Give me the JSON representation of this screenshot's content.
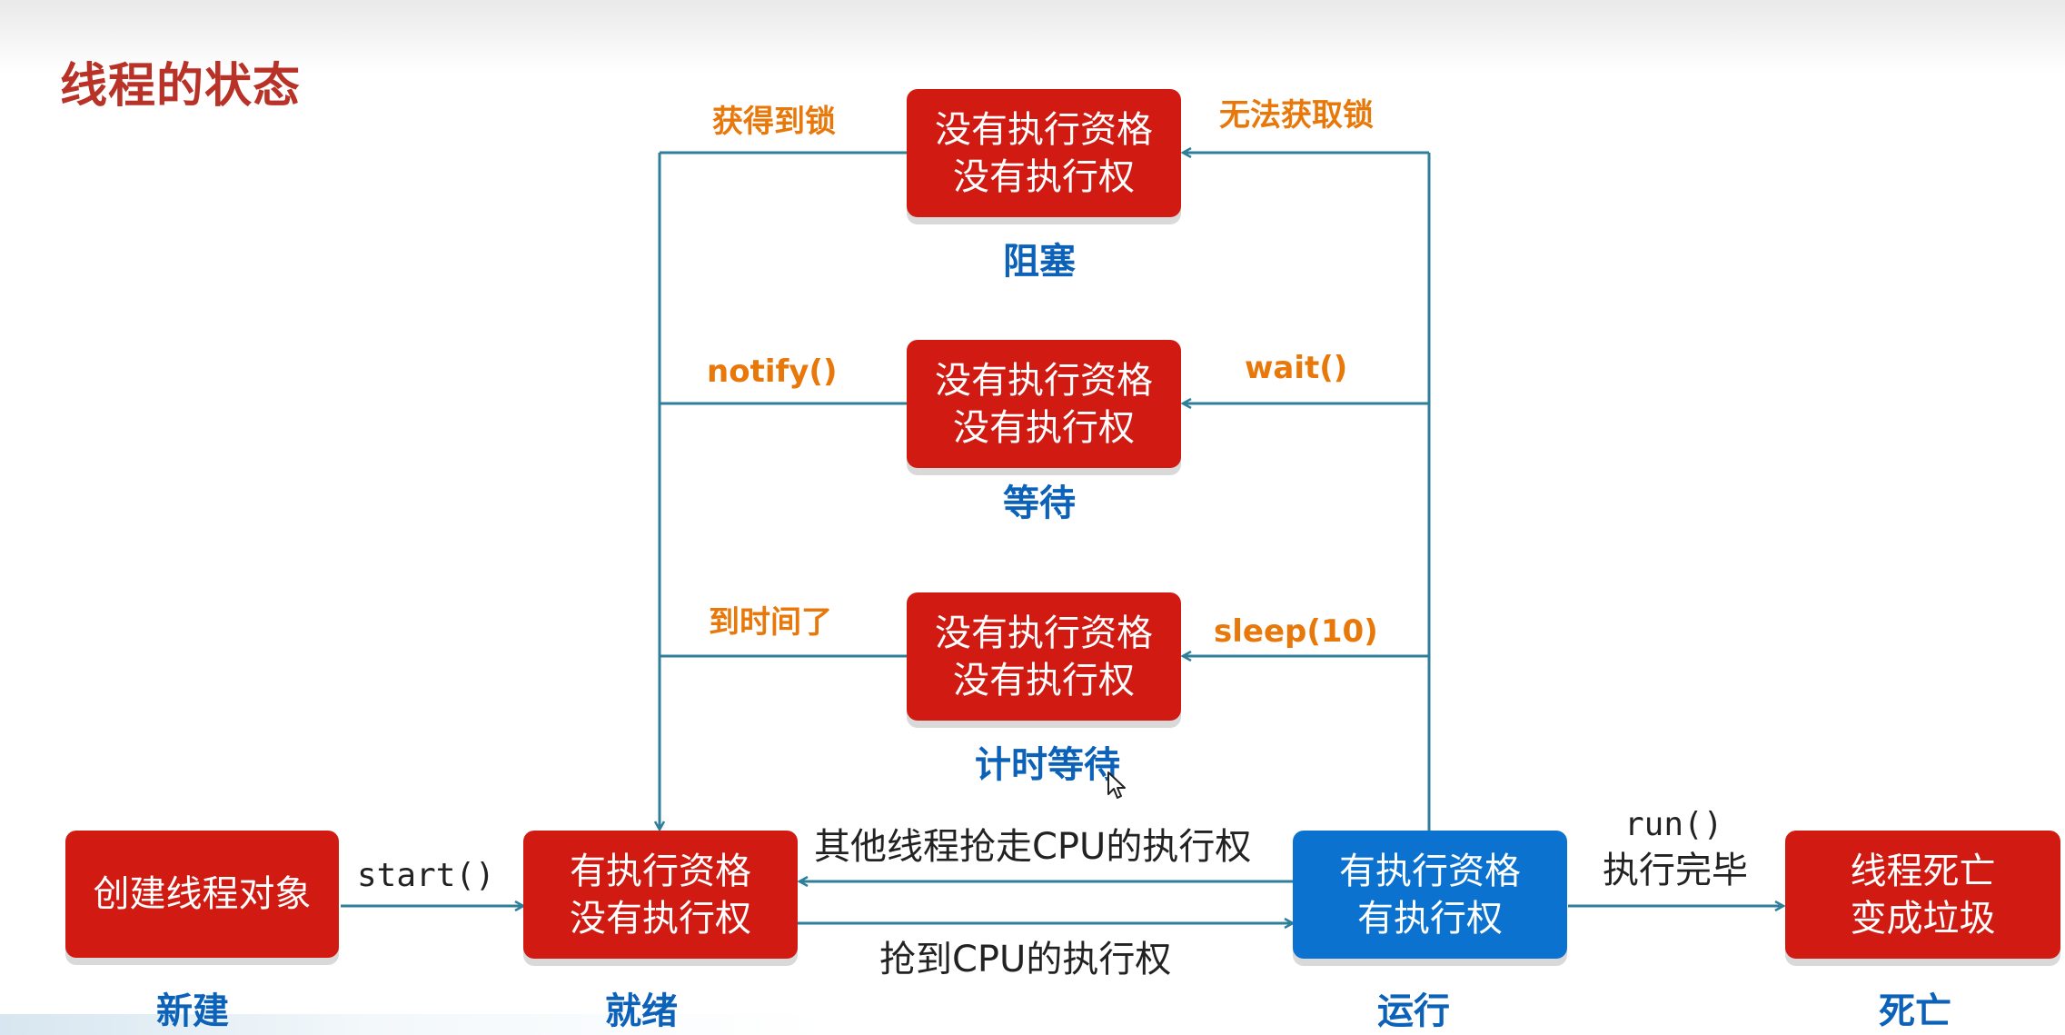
{
  "page": {
    "title": "线程的状态"
  },
  "boxes": {
    "new": {
      "lines": [
        "创建线程对象"
      ],
      "color": "#d11a12"
    },
    "ready": {
      "lines": [
        "有执行资格",
        "没有执行权"
      ],
      "color": "#d11a12"
    },
    "running": {
      "lines": [
        "有执行资格",
        "有执行权"
      ],
      "color": "#0b72d0"
    },
    "dead": {
      "lines": [
        "线程死亡",
        "变成垃圾"
      ],
      "color": "#d11a12"
    },
    "blocked": {
      "lines": [
        "没有执行资格",
        "没有执行权"
      ],
      "color": "#d11a12"
    },
    "waiting": {
      "lines": [
        "没有执行资格",
        "没有执行权"
      ],
      "color": "#d11a12"
    },
    "timed_waiting": {
      "lines": [
        "没有执行资格",
        "没有执行权"
      ],
      "color": "#d11a12"
    }
  },
  "states": {
    "new": "新建",
    "ready": "就绪",
    "running": "运行",
    "dead": "死亡",
    "blocked": "阻塞",
    "waiting": "等待",
    "timed_waiting": "计时等待"
  },
  "transitions": {
    "start": "start()",
    "preempted": "其他线程抢走CPU的执行权",
    "got_cpu": "抢到CPU的执行权",
    "run_done_1": "run()",
    "run_done_2": "执行完毕",
    "got_lock": "获得到锁",
    "no_lock": "无法获取锁",
    "notify": "notify()",
    "wait": "wait()",
    "time_up": "到时间了",
    "sleep": "sleep(10)"
  },
  "colors": {
    "red_box": "#d11a12",
    "blue_box": "#0b72d0",
    "title": "#b83228",
    "state_label": "#0b62b8",
    "trigger_label": "#e8780a",
    "arrow": "#2f7e9a"
  },
  "icons": {
    "cursor": "mouse-pointer-icon"
  }
}
